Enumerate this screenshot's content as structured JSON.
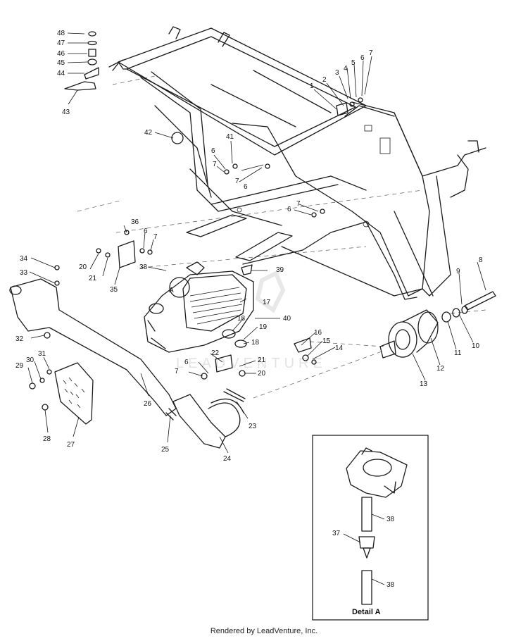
{
  "watermark": "LEADVENTURE",
  "detail": {
    "title": "Detail A"
  },
  "engine_mark": "A",
  "footer": "Rendered by LeadVenture, Inc.",
  "callouts": [
    {
      "id": "c1",
      "text": "1"
    },
    {
      "id": "c2",
      "text": "2"
    },
    {
      "id": "c3",
      "text": "3"
    },
    {
      "id": "c4",
      "text": "4"
    },
    {
      "id": "c5",
      "text": "5"
    },
    {
      "id": "c6a",
      "text": "6"
    },
    {
      "id": "c7a",
      "text": "7"
    },
    {
      "id": "c8",
      "text": "8"
    },
    {
      "id": "c9",
      "text": "9"
    },
    {
      "id": "c10",
      "text": "10"
    },
    {
      "id": "c11",
      "text": "11"
    },
    {
      "id": "c12",
      "text": "12"
    },
    {
      "id": "c13",
      "text": "13"
    },
    {
      "id": "c14",
      "text": "14"
    },
    {
      "id": "c15",
      "text": "15"
    },
    {
      "id": "c16",
      "text": "16"
    },
    {
      "id": "c17",
      "text": "17"
    },
    {
      "id": "c18a",
      "text": "18"
    },
    {
      "id": "c18b",
      "text": "18"
    },
    {
      "id": "c19",
      "text": "19"
    },
    {
      "id": "c20a",
      "text": "20"
    },
    {
      "id": "c20b",
      "text": "20"
    },
    {
      "id": "c21a",
      "text": "21"
    },
    {
      "id": "c21b",
      "text": "21"
    },
    {
      "id": "c22",
      "text": "22"
    },
    {
      "id": "c23",
      "text": "23"
    },
    {
      "id": "c24",
      "text": "24"
    },
    {
      "id": "c25",
      "text": "25"
    },
    {
      "id": "c26",
      "text": "26"
    },
    {
      "id": "c27",
      "text": "27"
    },
    {
      "id": "c28",
      "text": "28"
    },
    {
      "id": "c29",
      "text": "29"
    },
    {
      "id": "c30",
      "text": "30"
    },
    {
      "id": "c31",
      "text": "31"
    },
    {
      "id": "c32",
      "text": "32"
    },
    {
      "id": "c33",
      "text": "33"
    },
    {
      "id": "c34",
      "text": "34"
    },
    {
      "id": "c35",
      "text": "35"
    },
    {
      "id": "c36",
      "text": "36"
    },
    {
      "id": "c37",
      "text": "37"
    },
    {
      "id": "c38a",
      "text": "38"
    },
    {
      "id": "c38b",
      "text": "38"
    },
    {
      "id": "c38c",
      "text": "38"
    },
    {
      "id": "c39",
      "text": "39"
    },
    {
      "id": "c40",
      "text": "40"
    },
    {
      "id": "c41",
      "text": "41"
    },
    {
      "id": "c42",
      "text": "42"
    },
    {
      "id": "c43",
      "text": "43"
    },
    {
      "id": "c44",
      "text": "44"
    },
    {
      "id": "c45",
      "text": "45"
    },
    {
      "id": "c46",
      "text": "46"
    },
    {
      "id": "c47",
      "text": "47"
    },
    {
      "id": "c48",
      "text": "48"
    },
    {
      "id": "c6b",
      "text": "6"
    },
    {
      "id": "c7b",
      "text": "7"
    },
    {
      "id": "c6c",
      "text": "6"
    },
    {
      "id": "c7c",
      "text": "7"
    },
    {
      "id": "c6d",
      "text": "6"
    },
    {
      "id": "c7d",
      "text": "7"
    },
    {
      "id": "c6e",
      "text": "6"
    },
    {
      "id": "c7e",
      "text": "7"
    },
    {
      "id": "c6f",
      "text": "6"
    },
    {
      "id": "c7f",
      "text": "7"
    }
  ]
}
